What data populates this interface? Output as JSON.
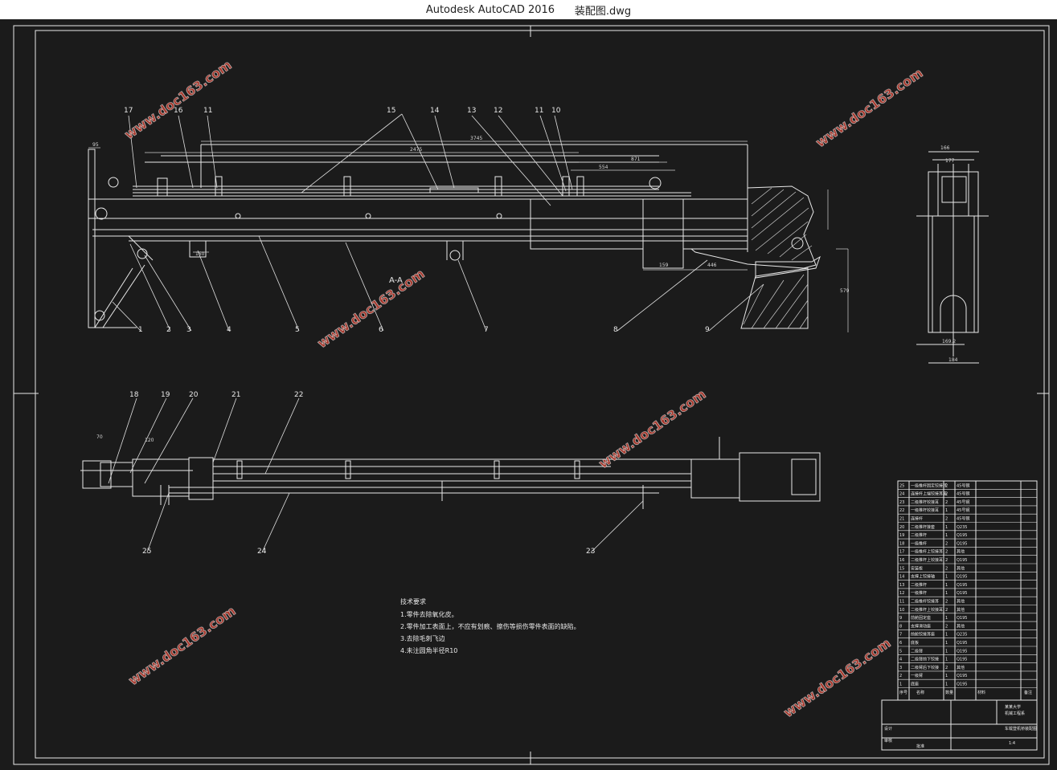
{
  "window": {
    "app_title": "Autodesk AutoCAD 2016",
    "file_name": "装配图.dwg"
  },
  "drawing": {
    "section_label": "A-A",
    "dimensions": {
      "overall": "3745",
      "d2": "2475",
      "d3": "871",
      "d4": "554",
      "d5": "150",
      "d6": "159",
      "d7": "446",
      "d8": "579",
      "d9": "166",
      "d10": "177",
      "d11": "169.2",
      "d12": "184",
      "d13": "95",
      "d14": "70",
      "d15": "120"
    },
    "top_callouts": [
      "17",
      "16",
      "11",
      "15",
      "14",
      "13",
      "12",
      "11",
      "10"
    ],
    "bottom_callouts": [
      "1",
      "2",
      "3",
      "4",
      "5",
      "6",
      "7",
      "8",
      "9"
    ],
    "plan_callouts_top": [
      "18",
      "19",
      "20",
      "21",
      "22"
    ],
    "plan_callouts_bottom": [
      "25",
      "24",
      "23"
    ],
    "tech_requirements": {
      "title": "技术要求",
      "items": [
        "1.零件去除氧化皮。",
        "2.零件加工表面上，不应有划痕、擦伤等损伤零件表面的缺陷。",
        "3.去除毛刺飞边",
        "4.未注圆角半径R10"
      ]
    },
    "watermark": "www.doc163.com"
  },
  "bom": {
    "rows": [
      [
        "25",
        "一级推杆固定铰接耳",
        "2",
        "45号钢"
      ],
      [
        "24",
        "连接杆上端铰接耳座",
        "2",
        "45号钢"
      ],
      [
        "23",
        "二级推杆铰接耳",
        "2",
        "45号钢"
      ],
      [
        "22",
        "一级推杆铰接耳",
        "1",
        "45号钢"
      ],
      [
        "21",
        "连接杆",
        "2",
        "45号钢"
      ],
      [
        "20",
        "二级推杆接套",
        "1",
        "Q235"
      ],
      [
        "19",
        "二级推杆",
        "1",
        "Q195"
      ],
      [
        "18",
        "一级推杆",
        "2",
        "Q195"
      ],
      [
        "17",
        "一级推杆上铰接耳",
        "2",
        "其他"
      ],
      [
        "16",
        "二级推杆上铰接耳",
        "2",
        "Q195"
      ],
      [
        "15",
        "安装板",
        "2",
        "其他"
      ],
      [
        "14",
        "支撑上铰接轴",
        "1",
        "Q195"
      ],
      [
        "13",
        "二级推杆",
        "1",
        "Q195"
      ],
      [
        "12",
        "一级推杆",
        "1",
        "Q195"
      ],
      [
        "11",
        "二级推杆铰接耳",
        "2",
        "其他"
      ],
      [
        "10",
        "二级推杆上铰接耳",
        "2",
        "其他"
      ],
      [
        "9",
        "前舱固定座",
        "1",
        "Q195"
      ],
      [
        "8",
        "支撑滑动座",
        "2",
        "其他"
      ],
      [
        "7",
        "前舱铰接耳座",
        "1",
        "Q235"
      ],
      [
        "6",
        "底板",
        "1",
        "Q195"
      ],
      [
        "5",
        "二级臂",
        "1",
        "Q195"
      ],
      [
        "4",
        "二级臂前下铰接",
        "1",
        "Q195"
      ],
      [
        "3",
        "二级臂后下铰接",
        "2",
        "其他"
      ],
      [
        "2",
        "一级臂",
        "1",
        "Q195"
      ],
      [
        "1",
        "底座",
        "1",
        "Q195"
      ]
    ],
    "header": [
      "序号",
      "名称",
      "数量",
      "材料",
      "备注"
    ],
    "title_block": {
      "school": "某某大学",
      "dept": "机械工程系",
      "drawing_name": "车载登机桥装配图",
      "scale": "1:4",
      "design": "设计",
      "check": "审核",
      "approve": "批准"
    }
  }
}
